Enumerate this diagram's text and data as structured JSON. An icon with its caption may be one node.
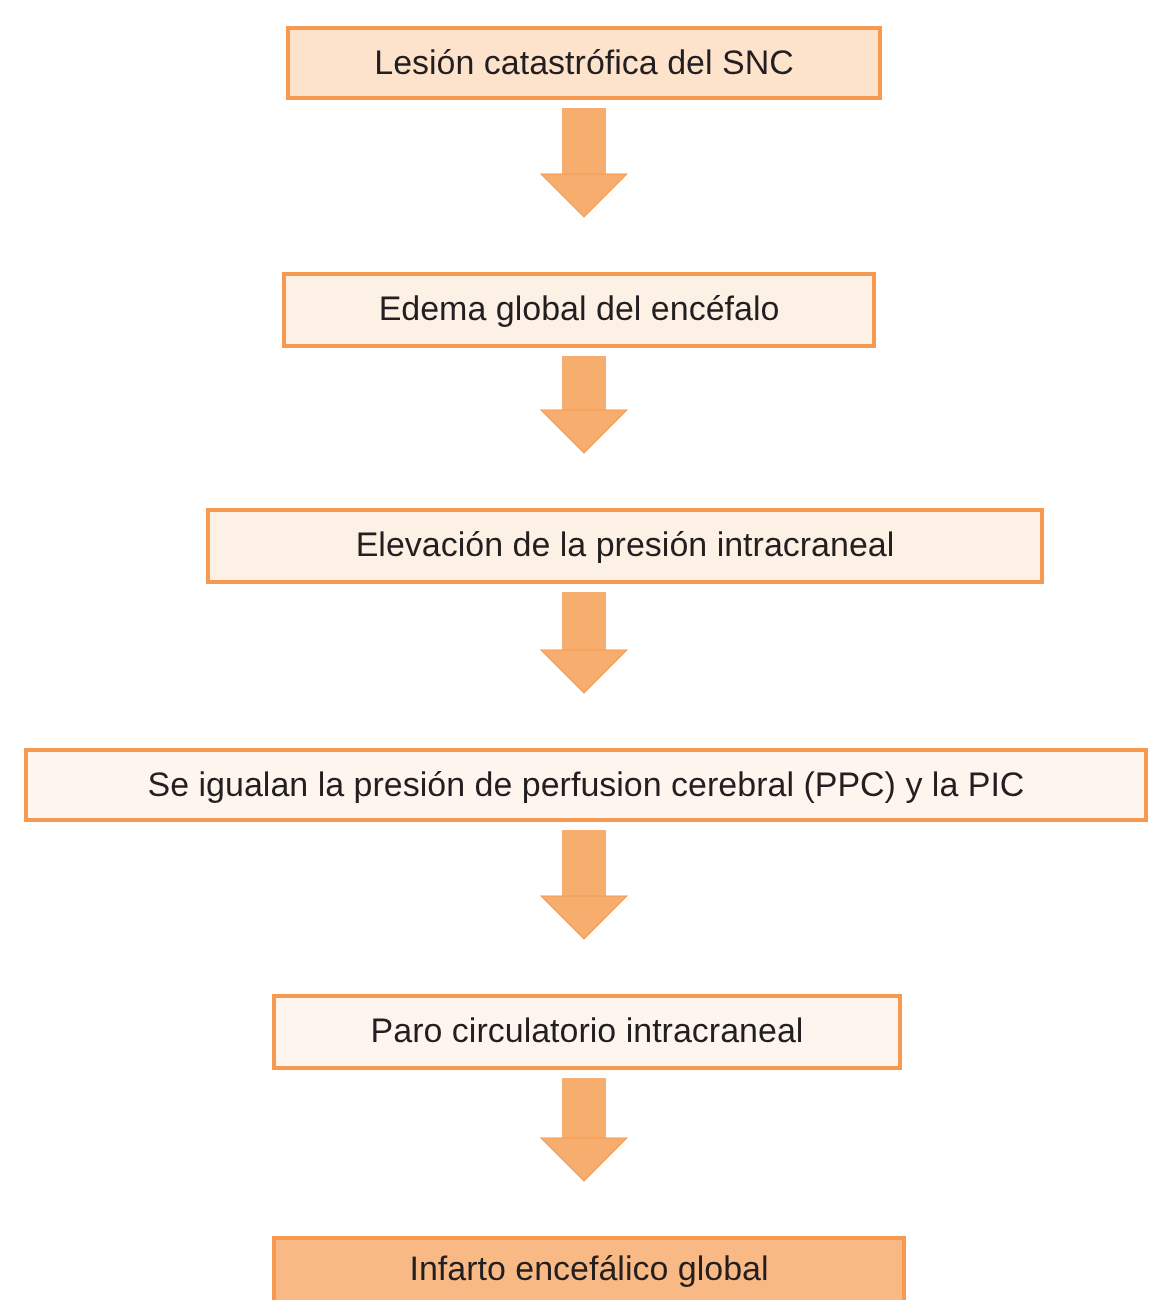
{
  "diagram": {
    "nodes": [
      {
        "text": [
          "Lesión catastrófica del SNC"
        ]
      },
      {
        "text": [
          "Edema global del encéfalo"
        ]
      },
      {
        "text": [
          "Elevación de la presión intracraneal"
        ]
      },
      {
        "text": [
          "Se igualan la presión de perfusion cerebral (PPC) y la PIC"
        ]
      },
      {
        "text": [
          "Paro circulatorio intracraneal"
        ]
      },
      {
        "text": [
          "Infarto encefálico global"
        ]
      }
    ],
    "edges": [
      {
        "from": 0,
        "to": 1,
        "arrow": "to"
      },
      {
        "from": 1,
        "to": 2,
        "arrow": "to"
      },
      {
        "from": 2,
        "to": 3,
        "arrow": "to"
      },
      {
        "from": 3,
        "to": 4,
        "arrow": "to"
      },
      {
        "from": 4,
        "to": 5,
        "arrow": "to"
      }
    ]
  }
}
